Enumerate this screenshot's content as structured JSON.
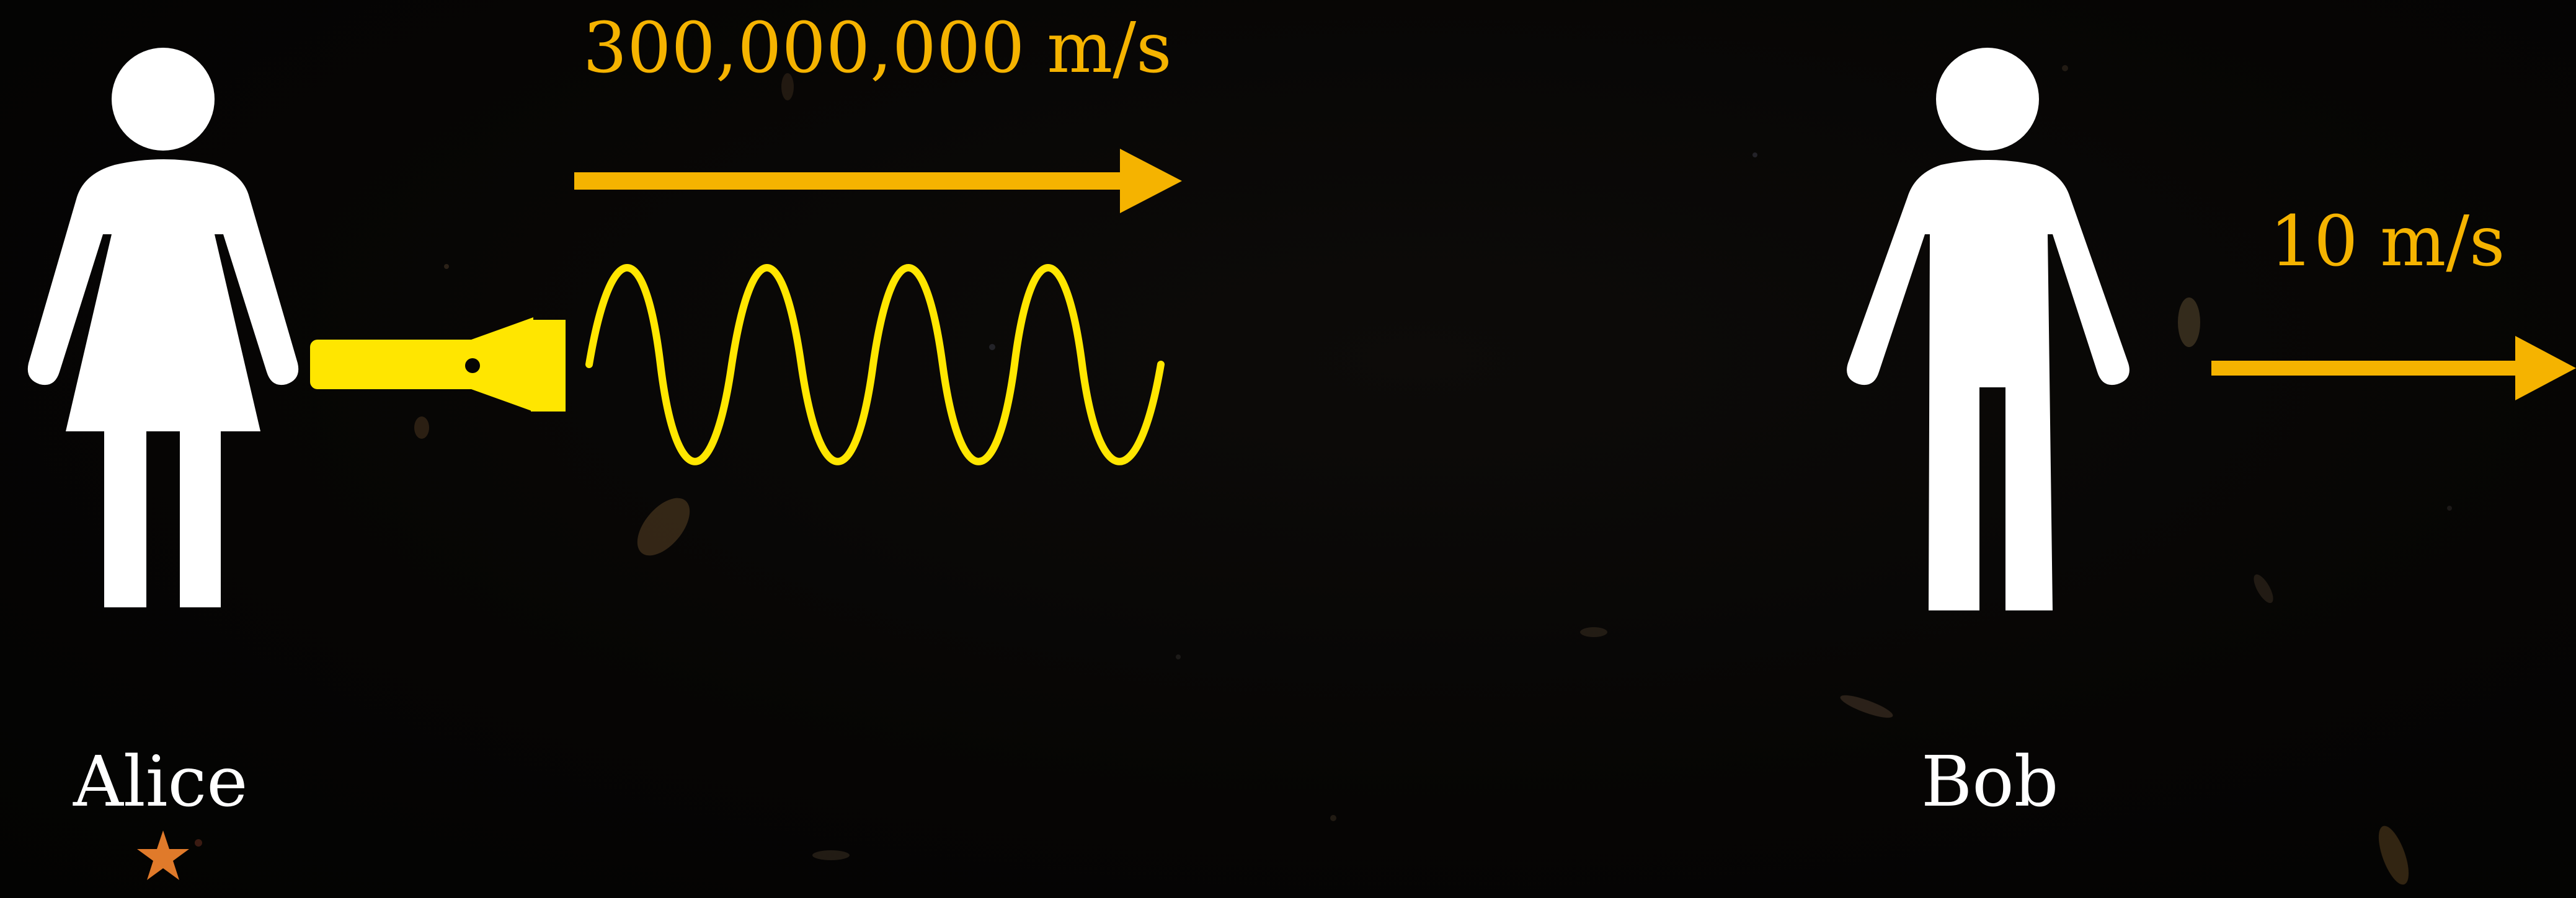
{
  "light": {
    "speed_label": "300,000,000 m/s",
    "color": "#f5b300",
    "wave_color": "#ffe600"
  },
  "alice": {
    "name": "Alice",
    "marker_icon": "star-icon",
    "marker_color": "#e07a2a",
    "figure_icon": "woman-icon",
    "tool_icon": "flashlight-icon"
  },
  "bob": {
    "name": "Bob",
    "speed_label": "10 m/s",
    "figure_icon": "man-icon"
  },
  "background": {
    "description_icon": "starfield-background",
    "color": "#060504"
  }
}
